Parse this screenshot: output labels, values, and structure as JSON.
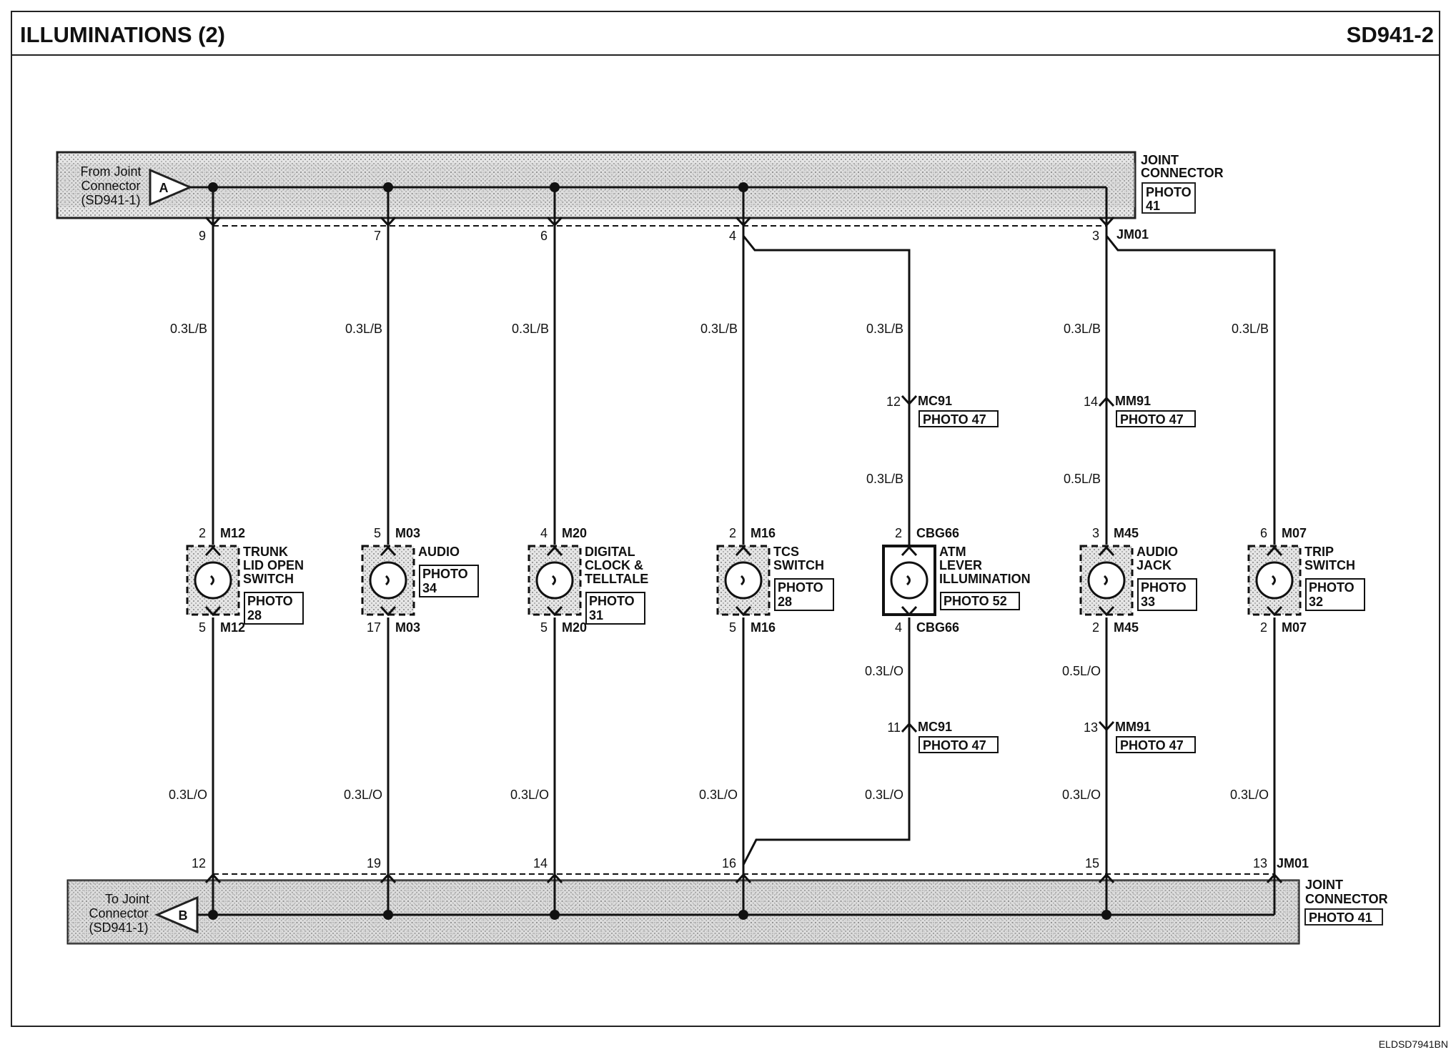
{
  "header": {
    "title": "ILLUMINATIONS (2)",
    "code": "SD941-2"
  },
  "footer": {
    "code": "ELDSD7941BN"
  },
  "top_bar": {
    "from_line1": "From Joint",
    "from_line2": "Connector",
    "from_line3": "(SD941-1)",
    "connector_letter": "A",
    "label_line1": "JOINT",
    "label_line2": "CONNECTOR",
    "photo_line1": "PHOTO",
    "photo_line2": "41",
    "connector_id": "JM01"
  },
  "bottom_bar": {
    "to_line1": "To Joint",
    "to_line2": "Connector",
    "to_line3": "(SD941-1)",
    "connector_letter": "B",
    "label_line1": "JOINT",
    "label_line2": "CONNECTOR",
    "photo": "PHOTO 41",
    "connector_id": "JM01"
  },
  "columns": [
    {
      "top_pin": "9",
      "wire_top": "0.3L/B",
      "comp_pin_top": "2",
      "comp_conn_top": "M12",
      "comp_pin_bottom": "5",
      "comp_conn_bottom": "M12",
      "name_lines": [
        "TRUNK",
        "LID OPEN",
        "SWITCH"
      ],
      "photo_lines": [
        "PHOTO",
        "28"
      ],
      "wire_bottom": "0.3L/O",
      "bottom_pin": "12"
    },
    {
      "top_pin": "7",
      "wire_top": "0.3L/B",
      "comp_pin_top": "5",
      "comp_conn_top": "M03",
      "comp_pin_bottom": "17",
      "comp_conn_bottom": "M03",
      "name_lines": [
        "AUDIO"
      ],
      "photo_lines": [
        "PHOTO",
        "34"
      ],
      "wire_bottom": "0.3L/O",
      "bottom_pin": "19"
    },
    {
      "top_pin": "6",
      "wire_top": "0.3L/B",
      "comp_pin_top": "4",
      "comp_conn_top": "M20",
      "comp_pin_bottom": "5",
      "comp_conn_bottom": "M20",
      "name_lines": [
        "DIGITAL",
        "CLOCK &",
        "TELLTALE"
      ],
      "photo_lines": [
        "PHOTO",
        "31"
      ],
      "wire_bottom": "0.3L/O",
      "bottom_pin": "14"
    },
    {
      "top_pin": "4",
      "wire_top": "0.3L/B",
      "comp_pin_top": "2",
      "comp_conn_top": "M16",
      "comp_pin_bottom": "5",
      "comp_conn_bottom": "M16",
      "name_lines": [
        "TCS",
        "SWITCH"
      ],
      "photo_lines": [
        "PHOTO",
        "28"
      ],
      "wire_bottom": "0.3L/O",
      "bottom_pin": "16"
    },
    {
      "wire_top": "0.3L/B",
      "inline_top": {
        "pin": "12",
        "conn": "MC91",
        "photo": "PHOTO 47"
      },
      "wire_mid_top": "0.3L/B",
      "comp_pin_top": "2",
      "comp_conn_top": "CBG66",
      "comp_pin_bottom": "4",
      "comp_conn_bottom": "CBG66",
      "name_lines": [
        "ATM",
        "LEVER",
        "ILLUMINATION"
      ],
      "photo_lines": [
        "PHOTO 52"
      ],
      "wire_mid_bottom": "0.3L/O",
      "inline_bottom": {
        "pin": "11",
        "conn": "MC91",
        "photo": "PHOTO 47"
      },
      "wire_bottom": "0.3L/O"
    },
    {
      "top_pin": "3",
      "wire_top": "0.3L/B",
      "inline_top": {
        "pin": "14",
        "conn": "MM91",
        "photo": "PHOTO 47"
      },
      "wire_mid_top": "0.5L/B",
      "comp_pin_top": "3",
      "comp_conn_top": "M45",
      "comp_pin_bottom": "2",
      "comp_conn_bottom": "M45",
      "name_lines": [
        "AUDIO",
        "JACK"
      ],
      "photo_lines": [
        "PHOTO",
        "33"
      ],
      "wire_mid_bottom": "0.5L/O",
      "inline_bottom": {
        "pin": "13",
        "conn": "MM91",
        "photo": "PHOTO 47"
      },
      "wire_bottom": "0.3L/O",
      "bottom_pin": "15"
    },
    {
      "wire_top": "0.3L/B",
      "comp_pin_top": "6",
      "comp_conn_top": "M07",
      "comp_pin_bottom": "2",
      "comp_conn_bottom": "M07",
      "name_lines": [
        "TRIP",
        "SWITCH"
      ],
      "photo_lines": [
        "PHOTO",
        "32"
      ],
      "wire_bottom": "0.3L/O",
      "bottom_pin": "13"
    }
  ]
}
